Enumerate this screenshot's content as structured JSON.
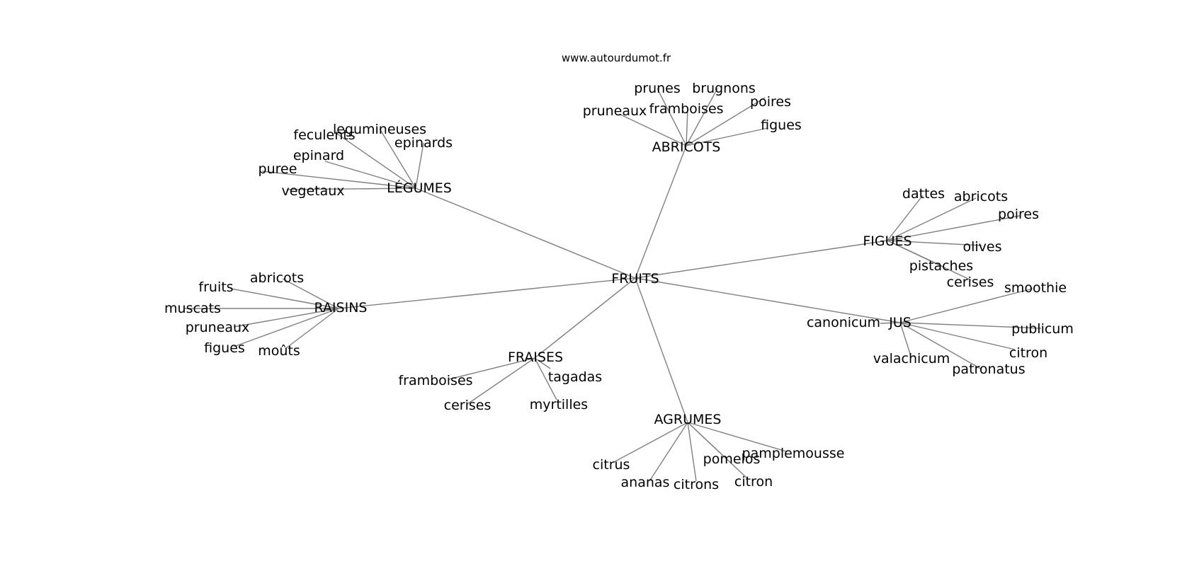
{
  "credit": "www.autourdumot.fr",
  "graph": {
    "center": "FRUITS",
    "hubs": [
      {
        "id": "abricots",
        "label": "ABRICOTS",
        "leaves": [
          "prunes",
          "brugnons",
          "framboises",
          "poires",
          "pruneaux",
          "figues"
        ]
      },
      {
        "id": "legumes",
        "label": "LÉGUMES",
        "leaves": [
          "feculents",
          "legumineuses",
          "epinards",
          "epinard",
          "puree",
          "vegetaux"
        ]
      },
      {
        "id": "figues",
        "label": "FIGUES",
        "leaves": [
          "dattes",
          "abricots",
          "poires",
          "olives",
          "pistaches",
          "cerises"
        ]
      },
      {
        "id": "raisins",
        "label": "RAISINS",
        "leaves": [
          "abricots",
          "fruits",
          "muscats",
          "pruneaux",
          "figues",
          "moûts"
        ]
      },
      {
        "id": "jus",
        "label": "JUS",
        "leaves": [
          "smoothie",
          "canonicum",
          "publicum",
          "citron",
          "valachicum",
          "patronatus"
        ]
      },
      {
        "id": "fraises",
        "label": "FRAISES",
        "leaves": [
          "framboises",
          "tagadas",
          "cerises",
          "myrtilles"
        ]
      },
      {
        "id": "agrumes",
        "label": "AGRUMES",
        "leaves": [
          "pamplemousse",
          "pomelos",
          "citrus",
          "ananas",
          "citrons",
          "citron"
        ]
      }
    ]
  },
  "colors": {
    "edge": "#808080",
    "text": "#000000",
    "background": "#ffffff"
  }
}
